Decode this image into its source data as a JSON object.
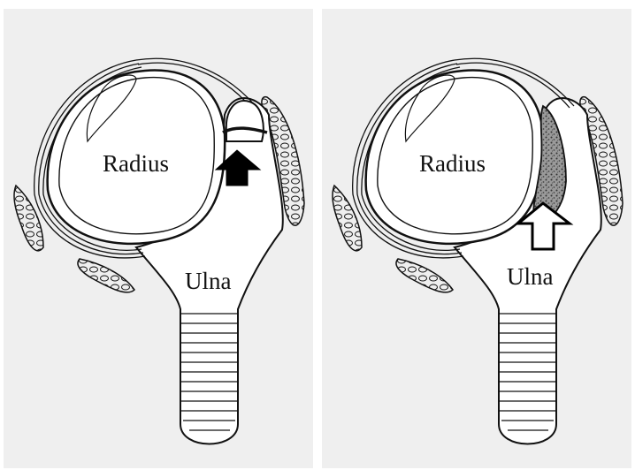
{
  "panels": [
    {
      "radius_label": "Radius",
      "ulna_label": "Ulna"
    },
    {
      "radius_label": "Radius",
      "ulna_label": "Ulna"
    }
  ],
  "colors": {
    "background": "#efefef",
    "line": "#111111",
    "bone_fill": "#ffffff",
    "lesion_fill": "#8a8a8a"
  },
  "icons": {
    "left_arrow": "solid-up-arrow-icon",
    "right_arrow": "outline-up-arrow-icon"
  }
}
